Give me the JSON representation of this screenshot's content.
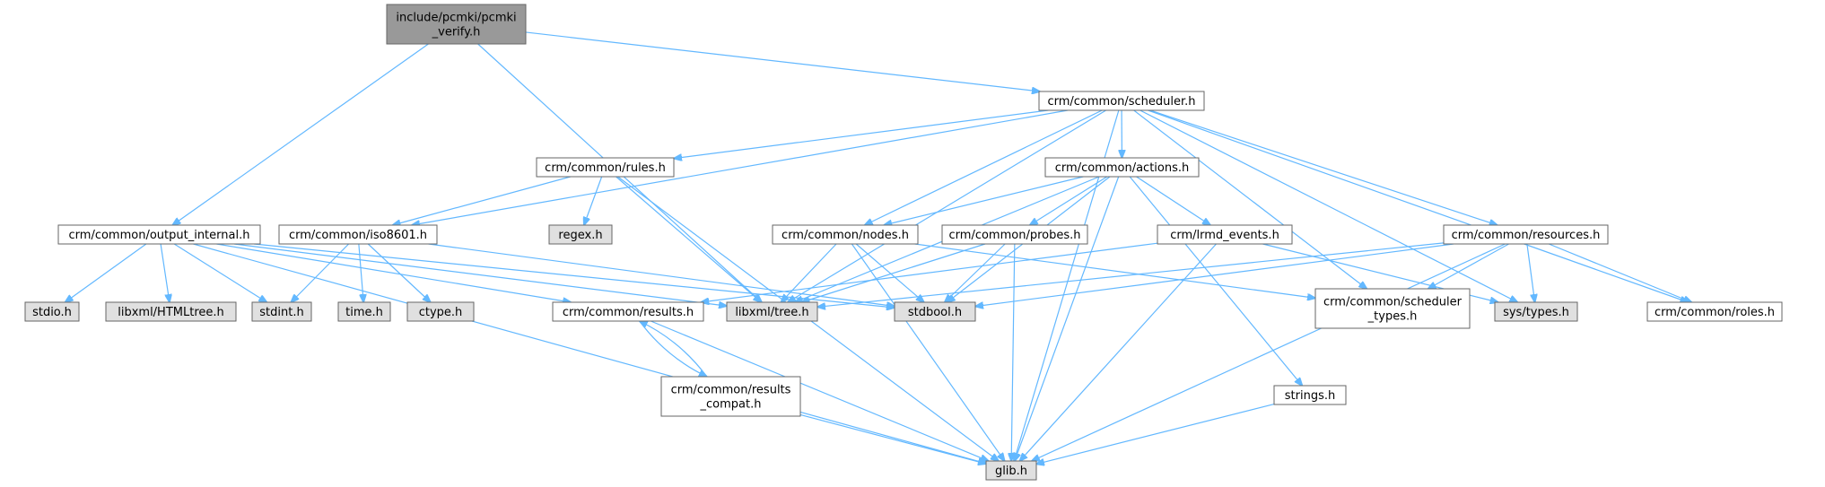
{
  "colors": {
    "edge": "#63b8ff",
    "root_fill": "#999999",
    "node_fill": "#ffffff",
    "external_fill": "#e0e0e0",
    "border": "#666666"
  },
  "nodes": [
    {
      "id": "verify",
      "lines": [
        "include/pcmki/pcmki",
        "_verify.h"
      ],
      "kind": "root"
    },
    {
      "id": "scheduler",
      "lines": [
        "crm/common/scheduler.h"
      ],
      "kind": "header"
    },
    {
      "id": "output_internal",
      "lines": [
        "crm/common/output_internal.h"
      ],
      "kind": "header"
    },
    {
      "id": "rules",
      "lines": [
        "crm/common/rules.h"
      ],
      "kind": "header"
    },
    {
      "id": "actions",
      "lines": [
        "crm/common/actions.h"
      ],
      "kind": "header"
    },
    {
      "id": "iso8601",
      "lines": [
        "crm/common/iso8601.h"
      ],
      "kind": "header"
    },
    {
      "id": "nodes",
      "lines": [
        "crm/common/nodes.h"
      ],
      "kind": "header"
    },
    {
      "id": "probes",
      "lines": [
        "crm/common/probes.h"
      ],
      "kind": "header"
    },
    {
      "id": "lrmd_events",
      "lines": [
        "crm/lrmd_events.h"
      ],
      "kind": "header"
    },
    {
      "id": "resources",
      "lines": [
        "crm/common/resources.h"
      ],
      "kind": "header"
    },
    {
      "id": "regex",
      "lines": [
        "regex.h"
      ],
      "kind": "external"
    },
    {
      "id": "stdio",
      "lines": [
        "stdio.h"
      ],
      "kind": "external"
    },
    {
      "id": "htmltree",
      "lines": [
        "libxml/HTMLtree.h"
      ],
      "kind": "external"
    },
    {
      "id": "stdint",
      "lines": [
        "stdint.h"
      ],
      "kind": "external"
    },
    {
      "id": "time",
      "lines": [
        "time.h"
      ],
      "kind": "external"
    },
    {
      "id": "ctype",
      "lines": [
        "ctype.h"
      ],
      "kind": "external"
    },
    {
      "id": "results",
      "lines": [
        "crm/common/results.h"
      ],
      "kind": "header"
    },
    {
      "id": "tree",
      "lines": [
        "libxml/tree.h"
      ],
      "kind": "external"
    },
    {
      "id": "stdbool",
      "lines": [
        "stdbool.h"
      ],
      "kind": "external"
    },
    {
      "id": "sched_types",
      "lines": [
        "crm/common/scheduler",
        "_types.h"
      ],
      "kind": "header"
    },
    {
      "id": "systypes",
      "lines": [
        "sys/types.h"
      ],
      "kind": "external"
    },
    {
      "id": "roles",
      "lines": [
        "crm/common/roles.h"
      ],
      "kind": "header"
    },
    {
      "id": "results_compat",
      "lines": [
        "crm/common/results",
        "_compat.h"
      ],
      "kind": "header"
    },
    {
      "id": "strings",
      "lines": [
        "strings.h"
      ],
      "kind": "external_white"
    },
    {
      "id": "glib",
      "lines": [
        "glib.h"
      ],
      "kind": "external"
    }
  ],
  "edges": [
    [
      "verify",
      "scheduler"
    ],
    [
      "verify",
      "output_internal"
    ],
    [
      "verify",
      "tree"
    ],
    [
      "scheduler",
      "rules"
    ],
    [
      "scheduler",
      "iso8601"
    ],
    [
      "scheduler",
      "actions"
    ],
    [
      "scheduler",
      "nodes"
    ],
    [
      "scheduler",
      "tree"
    ],
    [
      "scheduler",
      "sched_types"
    ],
    [
      "scheduler",
      "resources"
    ],
    [
      "scheduler",
      "systypes"
    ],
    [
      "scheduler",
      "roles"
    ],
    [
      "scheduler",
      "glib"
    ],
    [
      "rules",
      "iso8601"
    ],
    [
      "rules",
      "regex"
    ],
    [
      "rules",
      "tree"
    ],
    [
      "rules",
      "glib"
    ],
    [
      "actions",
      "nodes"
    ],
    [
      "actions",
      "probes"
    ],
    [
      "actions",
      "lrmd_events"
    ],
    [
      "actions",
      "tree"
    ],
    [
      "actions",
      "stdbool"
    ],
    [
      "actions",
      "strings"
    ],
    [
      "actions",
      "glib"
    ],
    [
      "output_internal",
      "stdio"
    ],
    [
      "output_internal",
      "htmltree"
    ],
    [
      "output_internal",
      "stdint"
    ],
    [
      "output_internal",
      "tree"
    ],
    [
      "output_internal",
      "results"
    ],
    [
      "output_internal",
      "glib"
    ],
    [
      "output_internal",
      "stdbool"
    ],
    [
      "iso8601",
      "stdint"
    ],
    [
      "iso8601",
      "time"
    ],
    [
      "iso8601",
      "ctype"
    ],
    [
      "iso8601",
      "stdbool"
    ],
    [
      "nodes",
      "tree"
    ],
    [
      "nodes",
      "stdbool"
    ],
    [
      "nodes",
      "sched_types"
    ],
    [
      "nodes",
      "glib"
    ],
    [
      "probes",
      "tree"
    ],
    [
      "probes",
      "stdbool"
    ],
    [
      "probes",
      "glib"
    ],
    [
      "lrmd_events",
      "results"
    ],
    [
      "lrmd_events",
      "systypes"
    ],
    [
      "lrmd_events",
      "glib"
    ],
    [
      "resources",
      "tree"
    ],
    [
      "resources",
      "stdbool"
    ],
    [
      "resources",
      "sched_types"
    ],
    [
      "resources",
      "systypes"
    ],
    [
      "resources",
      "roles"
    ],
    [
      "resources",
      "glib"
    ],
    [
      "results",
      "results_compat"
    ],
    [
      "results",
      "glib"
    ],
    [
      "results_compat",
      "results"
    ],
    [
      "results_compat",
      "glib"
    ],
    [
      "strings",
      "glib"
    ]
  ]
}
